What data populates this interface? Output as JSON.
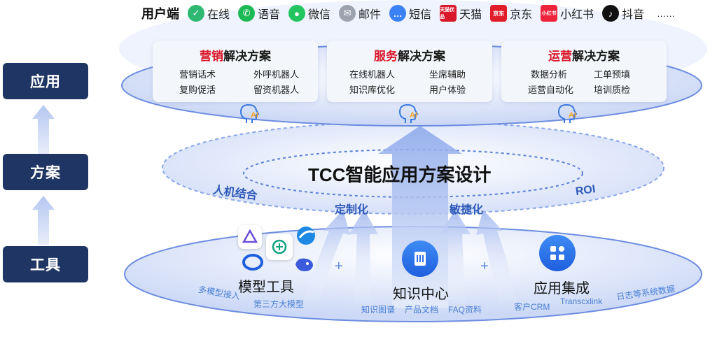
{
  "layers": {
    "app": "应用",
    "solution": "方案",
    "tool": "工具"
  },
  "channels": {
    "title": "用户端",
    "items": [
      {
        "label": "在线",
        "icon": "online-chat-icon",
        "color": "#2eb872"
      },
      {
        "label": "语音",
        "icon": "phone-icon",
        "color": "#1db954"
      },
      {
        "label": "微信",
        "icon": "wechat-icon",
        "color": "#22c55e"
      },
      {
        "label": "邮件",
        "icon": "mail-icon",
        "color": "#9ca3af"
      },
      {
        "label": "短信",
        "icon": "sms-icon",
        "color": "#3b82f6"
      },
      {
        "label": "天猫",
        "icon": "tmall-icon",
        "color": "#d9182b",
        "badge": "天猫优品"
      },
      {
        "label": "京东",
        "icon": "jd-icon",
        "color": "#e11d2a",
        "badge": "京东"
      },
      {
        "label": "小红书",
        "icon": "xiaohongshu-icon",
        "color": "#ef233c",
        "badge": "小红书"
      },
      {
        "label": "抖音",
        "icon": "douyin-icon",
        "color": "#111111"
      }
    ],
    "more": "……"
  },
  "solutions": [
    {
      "highlight": "营销",
      "rest": "解决方案",
      "items": [
        "营销话术",
        "外呼机器人",
        "复购促活",
        "留资机器人"
      ]
    },
    {
      "highlight": "服务",
      "rest": "解决方案",
      "items": [
        "在线机器人",
        "坐席辅助",
        "知识库优化",
        "用户体验"
      ]
    },
    {
      "highlight": "运营",
      "rest": "解决方案",
      "items": [
        "数据分析",
        "工单预填",
        "运营自动化",
        "培训质检"
      ]
    }
  ],
  "middle": {
    "title": "TCC智能应用方案设计",
    "features": [
      "人机结合",
      "定制化",
      "敏捷化",
      "ROI"
    ]
  },
  "tools": {
    "model": {
      "label": "模型工具",
      "subs": [
        "多模型接入",
        "第三方大模型"
      ]
    },
    "knowledge": {
      "label": "知识中心",
      "subs": [
        "知识图谱",
        "产品文档",
        "FAQ资料"
      ]
    },
    "integration": {
      "label": "应用集成",
      "subs": [
        "客户CRM",
        "Transcxlink",
        "日志等系统数据"
      ]
    },
    "plus": "+"
  },
  "colors": {
    "navy": "#1f3563",
    "accent_red": "#d9182b",
    "accent_blue": "#2e59b8",
    "ellipse_blue": "#5b7fd6"
  }
}
